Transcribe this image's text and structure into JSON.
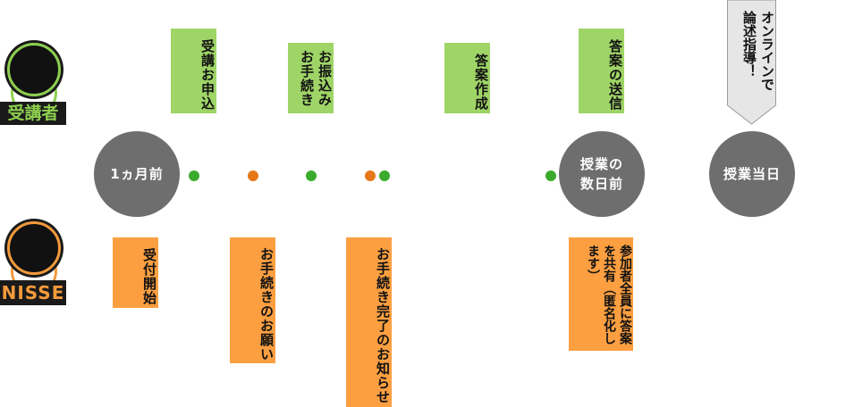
{
  "actors": {
    "student": {
      "label": "受講者",
      "color": "#8ecf4f"
    },
    "nisse": {
      "label": "NISSE",
      "color": "#f39a3c"
    }
  },
  "timeline": [
    {
      "id": "one-month-before",
      "label": "1ヵ月前"
    },
    {
      "id": "days-before",
      "label": "授業の数日前"
    },
    {
      "id": "class-day",
      "label": "授業当日"
    }
  ],
  "timeline_lines": {
    "days_before": [
      "授業の",
      "数日前"
    ]
  },
  "student_steps": [
    {
      "label": "受講お申込"
    },
    {
      "label": "お振込みお手続き"
    },
    {
      "label": "答案作成"
    },
    {
      "label": "答案の送信"
    }
  ],
  "nisse_steps": [
    {
      "label": "受付開始"
    },
    {
      "label": "お手続きのお願い"
    },
    {
      "label": "お手続き完了のお知らせ"
    },
    {
      "label": "参加者全員に答案を共有（匿名化します）"
    }
  ],
  "banner": {
    "label": "オンラインで論述指導！"
  },
  "dots": [
    "green",
    "orange",
    "green",
    "orange",
    "green",
    "green"
  ],
  "colors": {
    "green_box": "#9fd467",
    "orange_box": "#fb9f41",
    "green_dot": "#3aab2c",
    "orange_dot": "#e67817",
    "circle": "#6e6e6e"
  }
}
